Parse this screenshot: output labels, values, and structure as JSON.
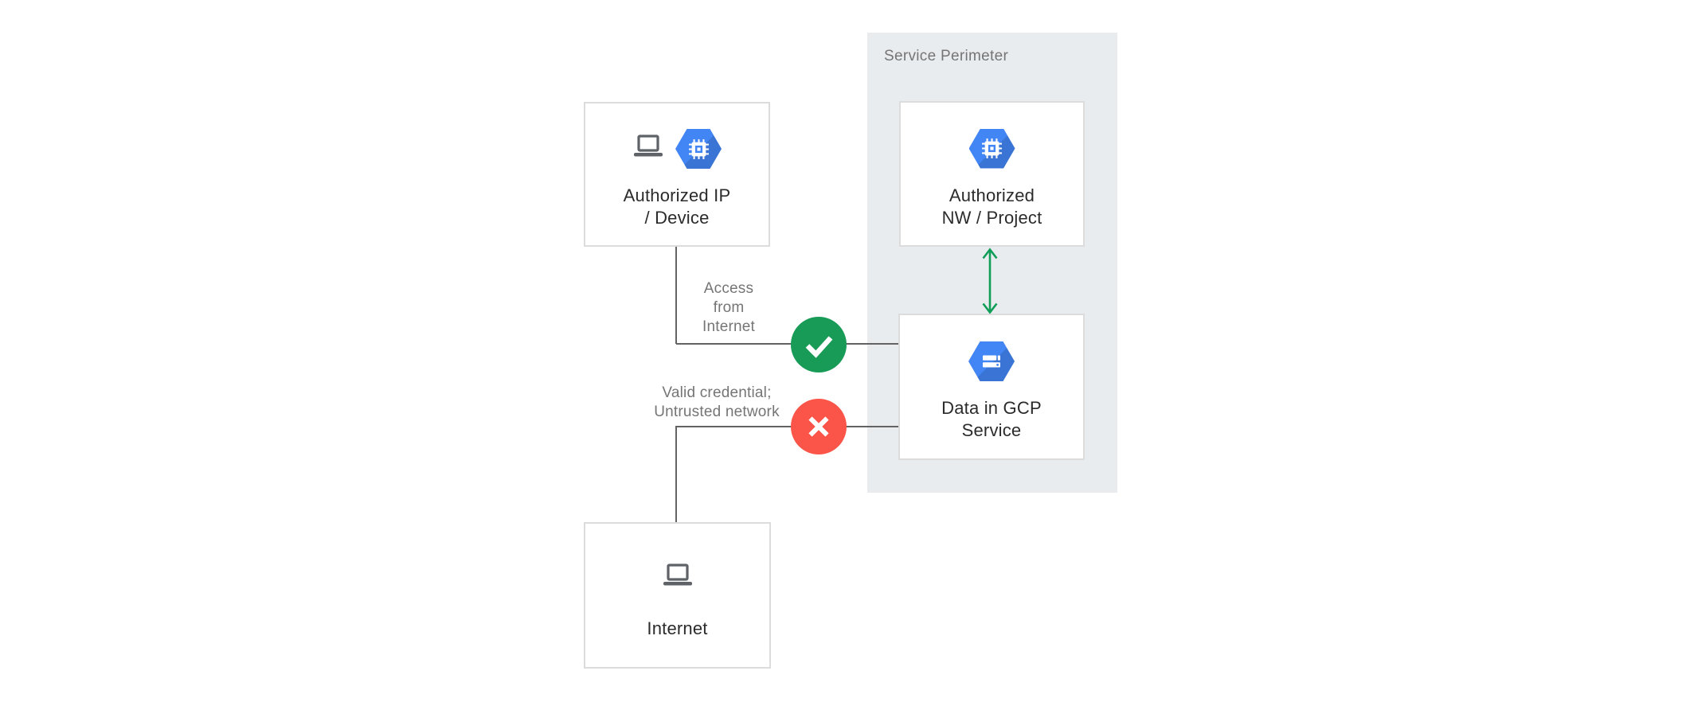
{
  "perimeter": {
    "label": "Service Perimeter"
  },
  "nodes": {
    "auth_ip": {
      "label_line1": "Authorized IP",
      "label_line2": "/ Device",
      "icons": [
        "laptop-icon",
        "compute-hexagon-icon"
      ]
    },
    "auth_nw": {
      "label_line1": "Authorized",
      "label_line2": "NW / Project",
      "icons": [
        "compute-hexagon-icon"
      ]
    },
    "data_gcp": {
      "label_line1": "Data in GCP",
      "label_line2": "Service",
      "icons": [
        "storage-hexagon-icon"
      ]
    },
    "internet": {
      "label_line1": "Internet",
      "icons": [
        "laptop-icon"
      ]
    }
  },
  "edges": {
    "access_from_internet": {
      "label_line1": "Access",
      "label_line2": "from",
      "label_line3": "Internet",
      "status": "allowed",
      "badge": "check-icon"
    },
    "untrusted_network": {
      "label_line1": "Valid credential;",
      "label_line2": "Untrusted network",
      "status": "denied",
      "badge": "x-icon"
    },
    "nw_to_data": {
      "status": "bidirectional",
      "badge": "double-arrow-icon"
    }
  },
  "colors": {
    "panel_gray": "#E9ECEF",
    "hexagon_blue": "#4285F4",
    "allowed_green": "#189B56",
    "denied_red": "#FB5449",
    "arrow_green": "#0F9D58",
    "connector_gray": "#636363",
    "node_border_gray": "#DCDCDC",
    "muted_text_gray": "#757575",
    "node_text": "#2B2B2B"
  }
}
